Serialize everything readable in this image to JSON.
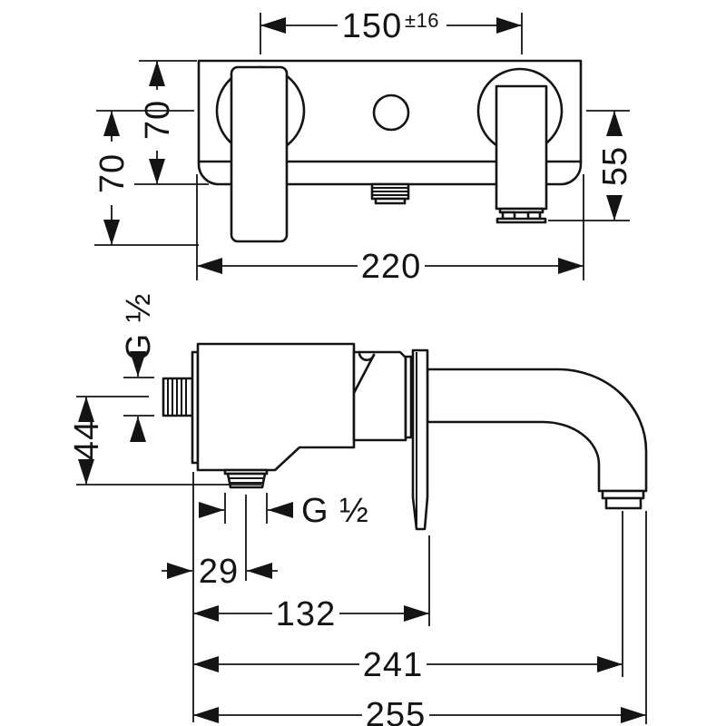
{
  "drawing": {
    "type": "technical-dimension-drawing",
    "subject": "wall-mounted bath mixer tap",
    "units": "mm",
    "colors": {
      "background": "#ffffff",
      "line": "#141414"
    }
  },
  "front_view": {
    "dim_connection_centers": {
      "value": "150",
      "tolerance": "±16"
    },
    "dim_body_height": "70",
    "dim_center_to_handle_end": "70",
    "dim_spout_drop": "55",
    "dim_body_width": "220"
  },
  "side_view": {
    "dim_inlet_thread": "G ½",
    "dim_inlet_to_outlet_drop": "44",
    "dim_outlet_thread": "G ½",
    "dim_wall_to_outlet": "29",
    "dim_wall_to_escutcheon": "132",
    "dim_reach_to_aerator": "241",
    "dim_total_projection": "255"
  }
}
